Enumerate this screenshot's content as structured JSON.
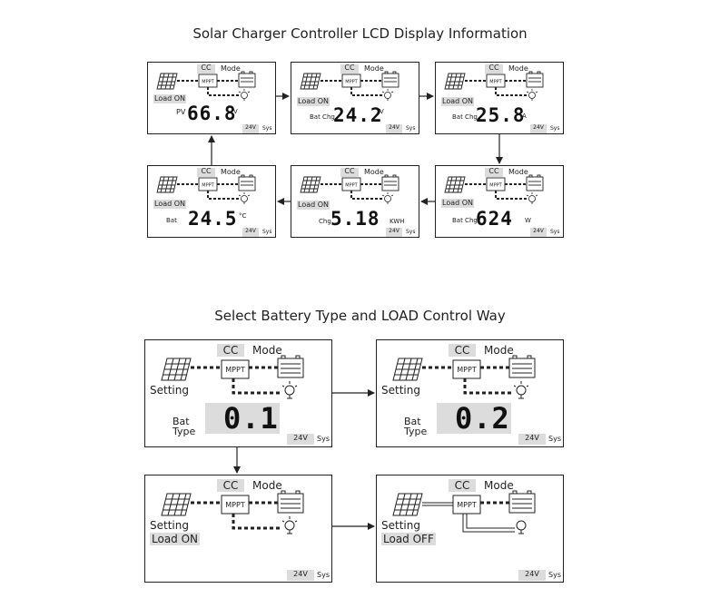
{
  "titles": {
    "top": "Solar Charger Controller LCD Display Information",
    "bottom": "Select Battery Type and LOAD Control Way"
  },
  "common": {
    "cc": "CC",
    "mode": "Mode",
    "mppt": "MPPT",
    "volt": "24V",
    "sys": "Sys",
    "load_on": "Load ON",
    "load_off": "Load OFF",
    "setting": "Setting"
  },
  "top_panels": [
    {
      "label": "PV",
      "value": "66.8",
      "unit": "V"
    },
    {
      "label": "Bat Chg",
      "value": "24.2",
      "unit": "V"
    },
    {
      "label": "Bat Chg",
      "value": "25.8",
      "unit": "A"
    },
    {
      "label": "Bat",
      "value": "24.5",
      "unit": "°C"
    },
    {
      "label": "Chg",
      "value": "5.18",
      "unit": "KWH"
    },
    {
      "label": "Bat Chg",
      "value": "624",
      "unit": "W"
    }
  ],
  "bottom_panels": [
    {
      "label1": "Bat",
      "label2": "Type",
      "value": "0.1"
    },
    {
      "label1": "Bat",
      "label2": "Type",
      "value": "0.2"
    }
  ]
}
